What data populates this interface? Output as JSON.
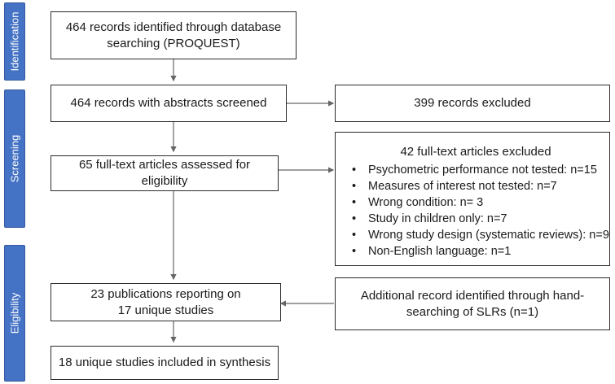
{
  "phases": {
    "identification": "Identification",
    "screening": "Screening",
    "eligibility": "Eligibility"
  },
  "boxes": {
    "identified": "464 records identified through database\nsearching (PROQUEST)",
    "screened": "464 records with abstracts screened",
    "excluded_records": "399 records excluded",
    "fulltext_assessed": "65 full-text articles assessed for\neligibility",
    "fulltext_excluded": {
      "title": "42 full-text articles excluded",
      "reasons": [
        "Psychometric performance not tested: n=15",
        "Measures of interest not tested: n=7",
        "Wrong condition: n= 3",
        "Study in children only: n=7",
        "Wrong study design (systematic reviews): n=9",
        "Non-English language: n=1"
      ]
    },
    "publications": "23 publications reporting on\n17 unique studies",
    "additional": "Additional record identified through hand-\nsearching of SLRs (n=1)",
    "included": "18 unique studies included in synthesis"
  },
  "colors": {
    "phase_fill": "#4472c4",
    "box_border": "#2b2b2b",
    "arrow": "#666666"
  }
}
